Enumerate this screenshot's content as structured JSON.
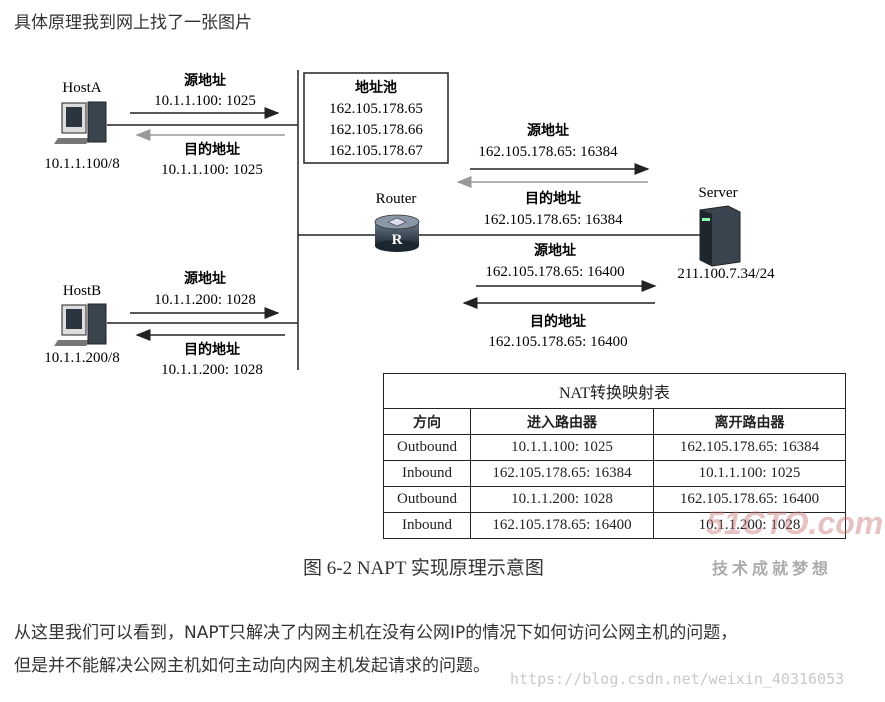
{
  "intro_text": "具体原理我到网上找了一张图片",
  "outro_line1": "从这里我们可以看到，NAPT只解决了内网主机在没有公网IP的情况下如何访问公网主机的问题，",
  "outro_line2": "但是并不能解决公网主机如何主动向内网主机发起请求的问题。",
  "watermark_url": "https://blog.csdn.net/weixin_40316053",
  "diagram": {
    "hostA_name": "HostA",
    "hostA_ip": "10.1.1.100/8",
    "hostB_name": "HostB",
    "hostB_ip": "10.1.1.200/8",
    "router_name": "Router",
    "server_name": "Server",
    "server_ip": "211.100.7.34/24",
    "pool_title": "地址池",
    "pool_ips": [
      "162.105.178.65",
      "162.105.178.66",
      "162.105.178.67"
    ],
    "src_label": "源地址",
    "dst_label": "目的地址",
    "a_src": "10.1.1.100: 1025",
    "a_dst": "10.1.1.100: 1025",
    "b_src": "10.1.1.200: 1028",
    "b_dst": "10.1.1.200: 1028",
    "s1_src": "162.105.178.65: 16384",
    "s1_dst": "162.105.178.65: 16384",
    "s2_src": "162.105.178.65: 16400",
    "s2_dst": "162.105.178.65: 16400",
    "caption": "图 6-2   NAPT 实现原理示意图",
    "watermark_logo": "51CTO.com",
    "watermark_sub": "技术成就梦想"
  },
  "nat_table": {
    "title": "NAT转换映射表",
    "headers": [
      "方向",
      "进入路由器",
      "离开路由器"
    ],
    "rows": [
      [
        "Outbound",
        "10.1.1.100: 1025",
        "162.105.178.65: 16384"
      ],
      [
        "Inbound",
        "162.105.178.65: 16384",
        "10.1.1.100: 1025"
      ],
      [
        "Outbound",
        "10.1.1.200: 1028",
        "162.105.178.65: 16400"
      ],
      [
        "Inbound",
        "162.105.178.65: 16400",
        "10.1.1.200: 1028"
      ]
    ]
  }
}
